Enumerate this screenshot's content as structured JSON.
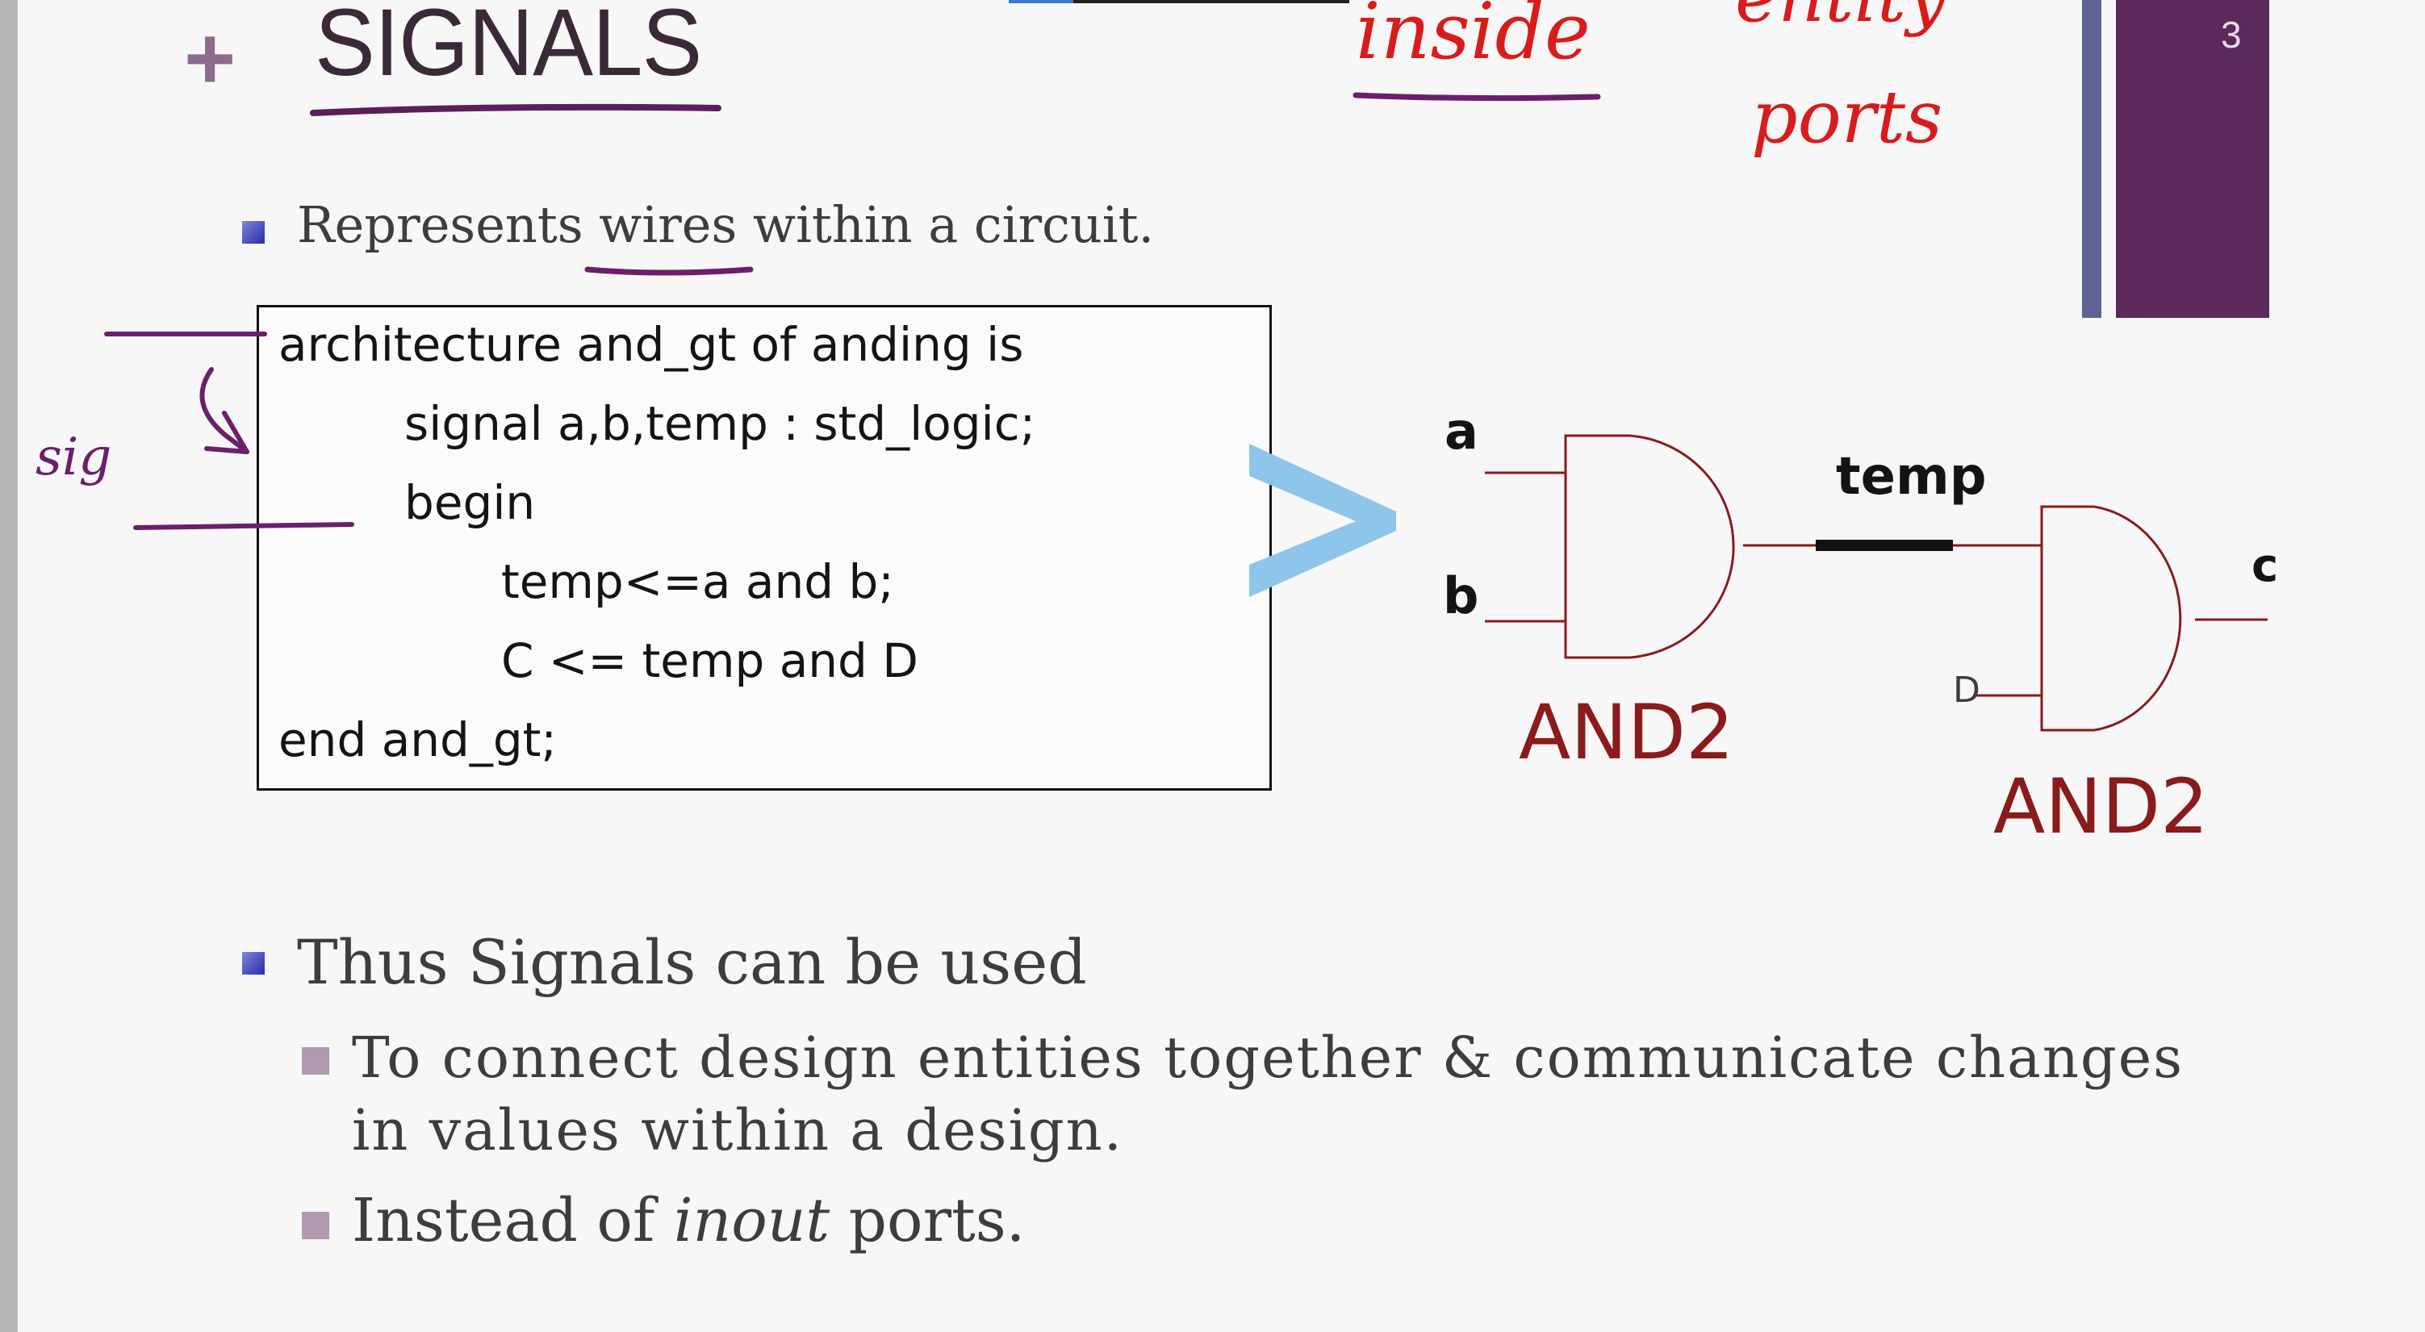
{
  "slide": {
    "plus": "+",
    "title": "SIGNALS",
    "number": "3"
  },
  "bullet1": "Represents wires within a circuit.",
  "code": {
    "lines": [
      "architecture and_gt of anding is",
      "signal a,b,temp : std_logic;",
      "begin",
      "temp<=a and b;",
      "C <= temp and D",
      "end and_gt;"
    ]
  },
  "diagram": {
    "input_a": "a",
    "input_b": "b",
    "input_d": "D",
    "wire_label": "temp",
    "output_c": "c",
    "gate1_label": "AND2",
    "gate2_label": "AND2"
  },
  "bullet2": "Thus Signals can be used",
  "sub_bullets": {
    "first": "To connect design entities together & communicate changes in values within a design.",
    "second_before": "Instead of ",
    "second_italic": "inout",
    "second_after": " ports."
  },
  "annotations": {
    "inside": "inside",
    "entity": "entity",
    "ports": "ports",
    "margin_note": "sig"
  },
  "colors": {
    "title": "#3a2a38",
    "accent_purple": "#5b2a5b",
    "accent_blue": "#5d6493",
    "gate_red": "#8b1a1a",
    "ink_red": "#d81c1c",
    "ink_purple": "#6b1f6b",
    "chevron": "#8ec5ea"
  }
}
